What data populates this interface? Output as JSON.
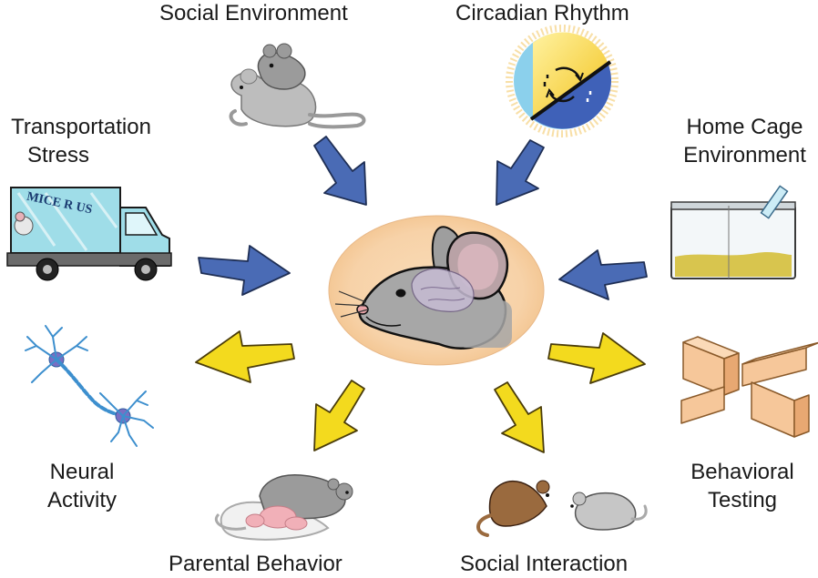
{
  "labels": {
    "social_environment": "Social Environment",
    "circadian_rhythm": "Circadian Rhythm",
    "transportation_stress": [
      "Transportation",
      "Stress"
    ],
    "home_cage_environment": [
      "Home Cage",
      "Environment"
    ],
    "neural_activity": [
      "Neural",
      "Activity"
    ],
    "behavioral_testing": [
      "Behavioral",
      "Testing"
    ],
    "parental_behavior": "Parental Behavior",
    "social_interaction": "Social Interaction"
  },
  "truck_text": "MICE R US",
  "colors": {
    "input_arrow": "#4a6bb5",
    "output_arrow": "#f3da1e",
    "center_glow": "#f7d2a8",
    "mouse_gray": "#a7a7a7",
    "truck_blue": "#9fdde8",
    "bedding": "#d8c54e",
    "maze": "#f6c79a",
    "neuron": "#3d8fce"
  },
  "icons": {
    "center": "mouse-head-brain-icon",
    "social_environment": "two-mice-icon",
    "circadian_rhythm": "sun-moon-clock-icon",
    "transportation_stress": "delivery-truck-icon",
    "home_cage_environment": "home-cage-icon",
    "neural_activity": "neurons-icon",
    "behavioral_testing": "maze-icon",
    "parental_behavior": "mother-mouse-pups-icon",
    "social_interaction": "two-mice-meeting-icon"
  }
}
